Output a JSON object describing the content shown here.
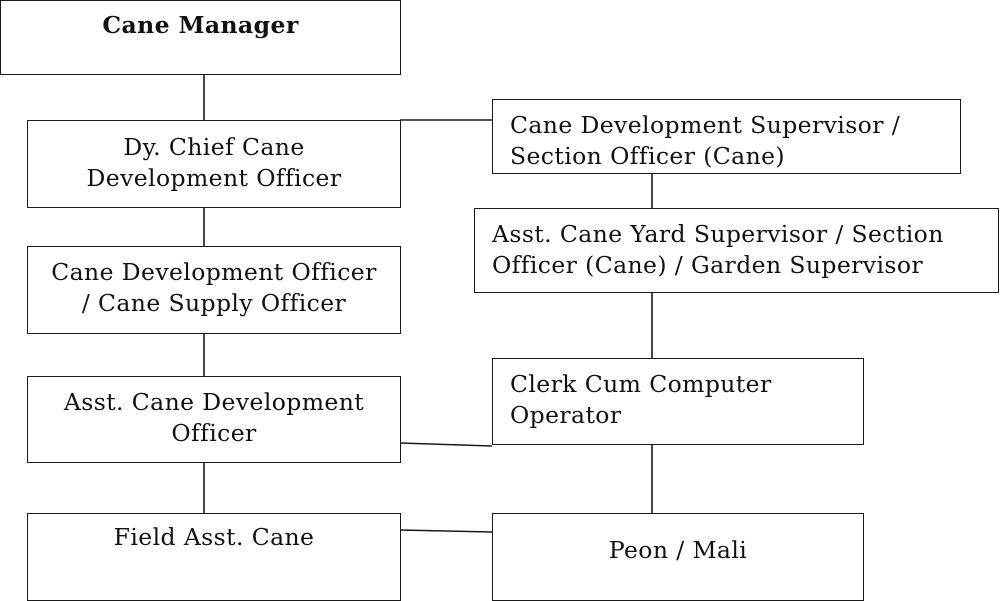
{
  "nodes": {
    "cane_manager": {
      "label": "Cane Manager"
    },
    "dy_chief": {
      "line1": "Dy. Chief Cane",
      "line2": "Development Officer"
    },
    "cdo": {
      "line1": "Cane Development Officer",
      "line2": "/ Cane Supply Officer"
    },
    "acdo": {
      "line1": "Asst. Cane Development",
      "line2": "Officer"
    },
    "field_asst": {
      "label": "Field Asst. Cane"
    },
    "cds": {
      "line1": "Cane Development Supervisor /",
      "line2": "Section Officer (Cane)"
    },
    "acys": {
      "line1": "Asst. Cane Yard Supervisor / Section",
      "line2": "Officer (Cane) / Garden Supervisor"
    },
    "clerk": {
      "line1": "Clerk Cum Computer",
      "line2": "Operator"
    },
    "peon": {
      "label": "Peon / Mali"
    }
  }
}
